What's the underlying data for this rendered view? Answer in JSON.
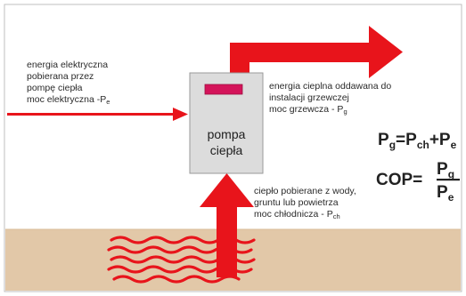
{
  "colors": {
    "arrow": "#e8141b",
    "arrow_dark": "#c00f16",
    "ground": "#e2c8a8",
    "box_fill": "#dcdcdc",
    "indicator": "#d4145a",
    "text": "#2a2a2a"
  },
  "input_label": {
    "line1": "energia elektryczna",
    "line2": "pobierana przez",
    "line3": "pompę ciepła",
    "line4": "moc elektryczna -P",
    "sub": "e"
  },
  "output_label": {
    "line1": "energia cieplna oddawana do",
    "line2": "instalacji grzewczej",
    "line3": "moc grzewcza - P",
    "sub": "g"
  },
  "source_label": {
    "line1": "ciepło pobierane z wody,",
    "line2": "gruntu lub powietrza",
    "line3": "moc chłodnicza - P",
    "sub": "ch"
  },
  "pump": {
    "line1": "pompa",
    "line2": "ciepła"
  },
  "formula1": {
    "p": "P",
    "g": "g",
    "eq": "=P",
    "ch": "ch",
    "plus": "+P",
    "e": "e"
  },
  "formula2": {
    "cop": "COP=",
    "num": "P",
    "num_sub": "g",
    "den": "P",
    "den_sub": "e"
  }
}
